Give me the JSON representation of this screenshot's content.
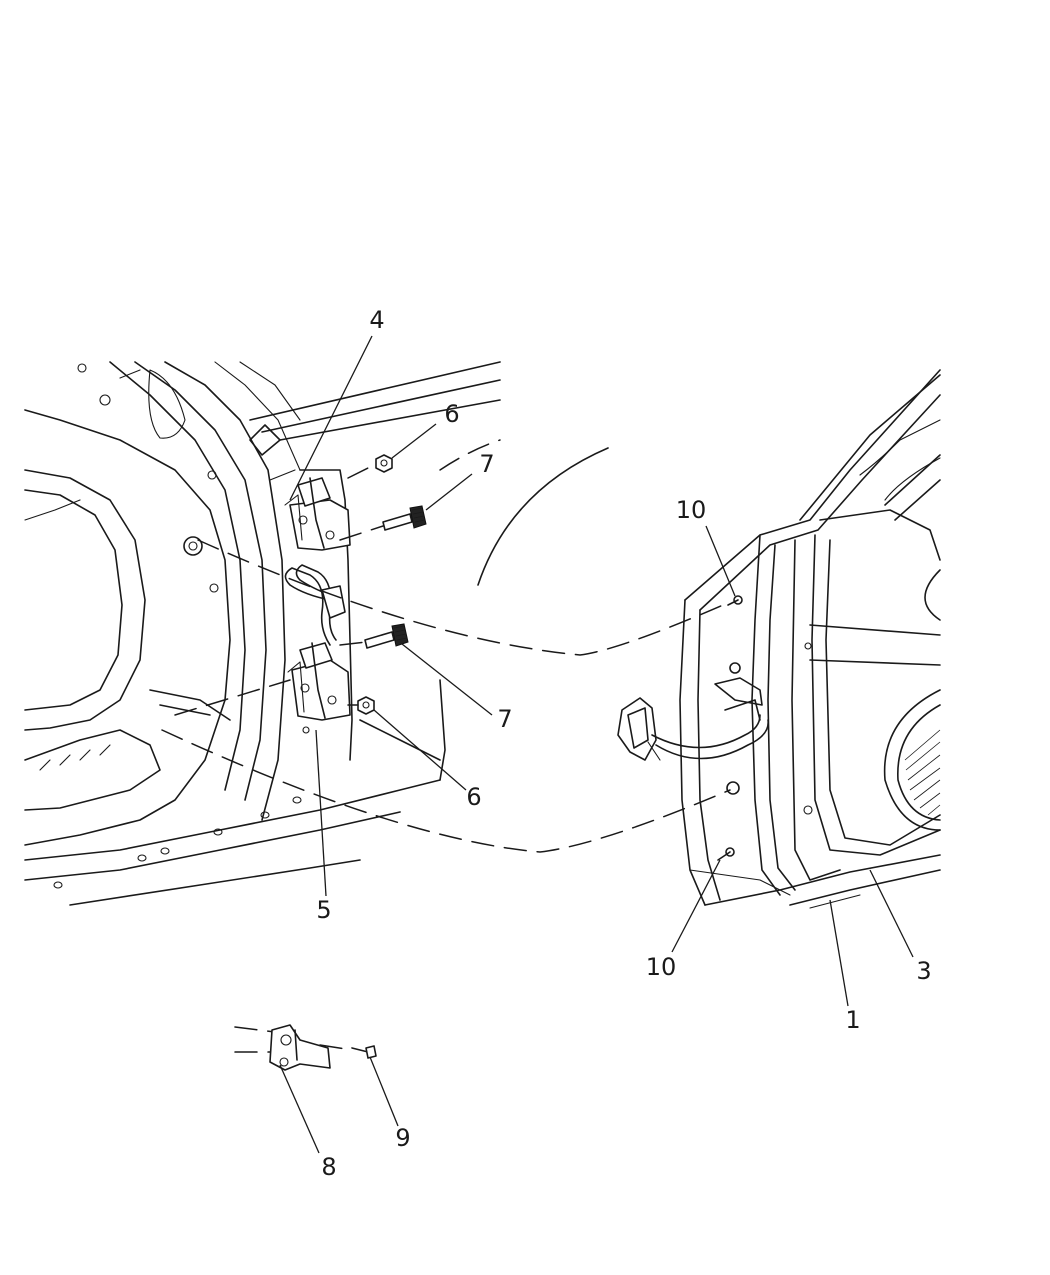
{
  "callouts": {
    "c1": "1",
    "c3": "3",
    "c4": "4",
    "c5": "5",
    "c6a": "6",
    "c6b": "6",
    "c7a": "7",
    "c7b": "7",
    "c8": "8",
    "c9": "9",
    "c10a": "10",
    "c10b": "10"
  }
}
